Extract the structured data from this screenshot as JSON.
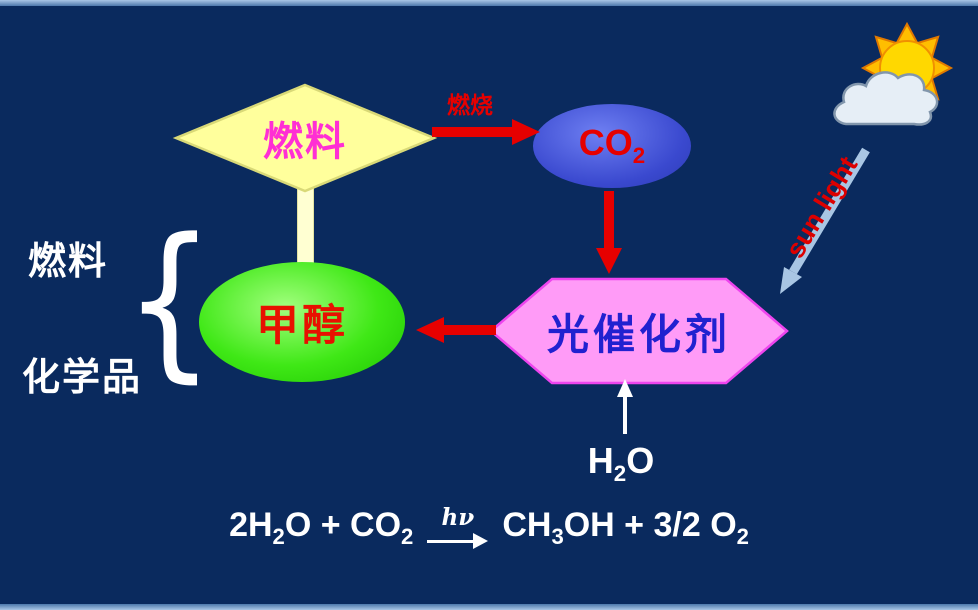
{
  "palette": {
    "background": "#0a2a5e",
    "frame": "#7aa3d4",
    "arrow_red": "#e60000",
    "arrow_white": "#ffffff",
    "arrow_blue": "#a9c6e4",
    "diamond_fill": "#ffff9c",
    "diamond_text": "#ff2fd4",
    "co2_fill": "#3a49cf",
    "co2_text": "#e60000",
    "methanol_fill": "#2ed400",
    "methanol_text": "#e81000",
    "hexagon_fill": "#ff9bf7",
    "hexagon_text": "#2121d0"
  },
  "nodes": {
    "fuel": {
      "label": "燃料"
    },
    "co2": {
      "base": "CO",
      "sub": "2"
    },
    "photocatalyst": {
      "label": "光催化剂"
    },
    "methanol": {
      "label": "甲醇"
    }
  },
  "labels": {
    "combustion": "燃烧",
    "sun_light": "sun light",
    "group_fuel": "燃料",
    "group_chemicals": "化学品",
    "brace": "{",
    "water_h": "H",
    "water_sub": "2",
    "water_o": "O"
  },
  "equation": {
    "lhs_1": "2H",
    "lhs_sub_1": "2",
    "lhs_2": "O + CO",
    "lhs_sub_2": "2",
    "hv": "hν",
    "rhs_1": "CH",
    "rhs_sub_1": "3",
    "rhs_2": "OH + 3/2 O",
    "rhs_sub_2": "2"
  }
}
